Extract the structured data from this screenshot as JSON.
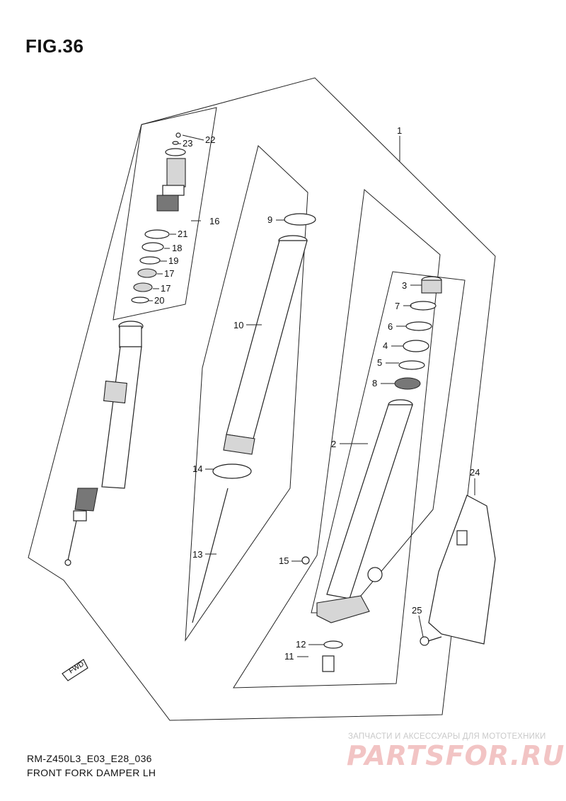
{
  "figure": {
    "title": "FIG.36",
    "ref_code": "RM-Z450L3_E03_E28_036",
    "caption": "FRONT FORK DAMPER LH"
  },
  "callouts": [
    "1",
    "2",
    "3",
    "7",
    "6",
    "4",
    "5",
    "8",
    "9",
    "10",
    "14",
    "13",
    "15",
    "11",
    "12",
    "16",
    "21",
    "18",
    "19",
    "17",
    "17",
    "20",
    "22",
    "23",
    "24",
    "25"
  ],
  "orientation_tag": "FWD",
  "watermark": {
    "tagline": "ЗАПЧАСТИ И АКСЕССУАРЫ ДЛЯ МОТОТЕХНИКИ",
    "logo": "PARTSFOR.RU"
  }
}
